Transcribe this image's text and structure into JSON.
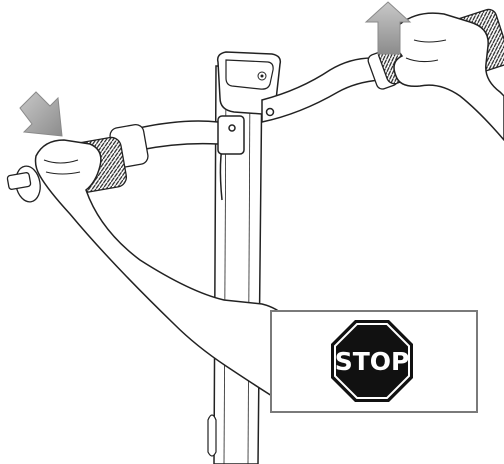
{
  "stop_sign": {
    "text": "STOP",
    "fill_color": "#111111",
    "text_color": "#ffffff",
    "panel_border_color": "#7a7a7a"
  },
  "arrows": {
    "left": {
      "direction": "down-right",
      "color": "#9a9a9a",
      "icon": "arrow-down-right-icon"
    },
    "right": {
      "direction": "up",
      "color": "#9a9a9a",
      "icon": "arrow-up-icon"
    }
  },
  "illustration": {
    "subject": "handlebar-with-hands"
  }
}
